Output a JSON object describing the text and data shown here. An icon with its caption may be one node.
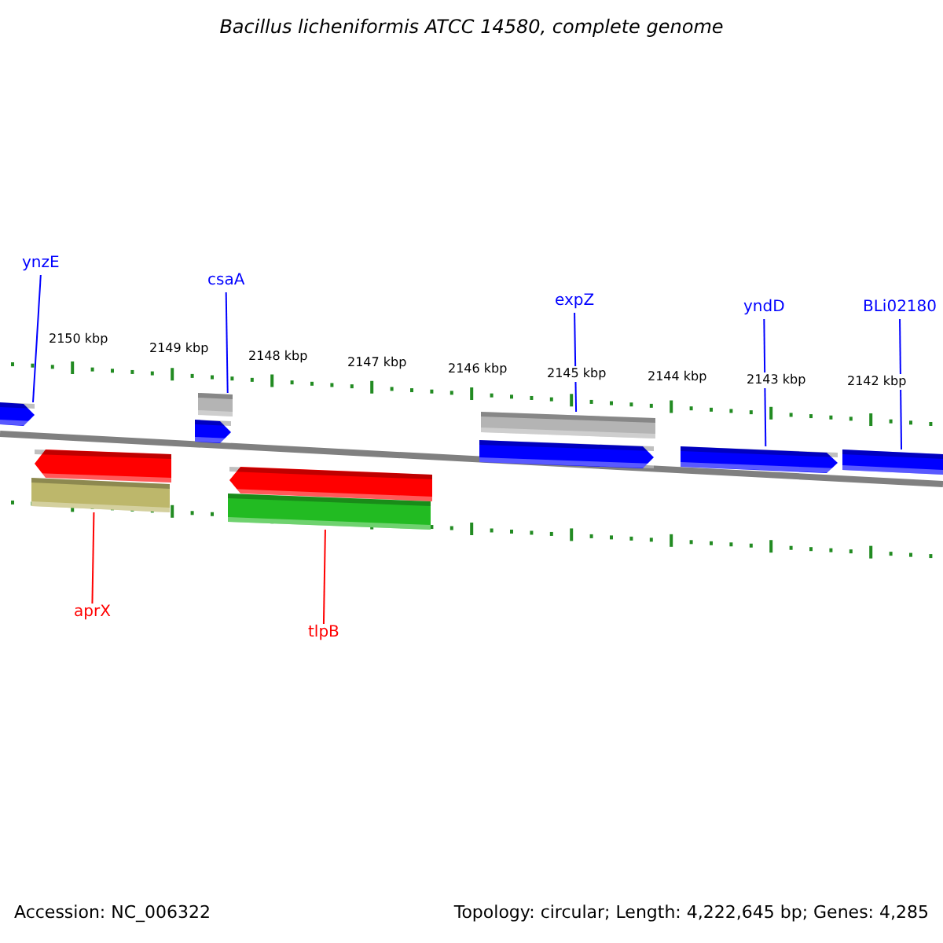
{
  "diagram": {
    "title": "Bacillus licheniformis ATCC 14580, complete genome",
    "nodes": [
      {
        "text": [
          "ynzE"
        ]
      },
      {
        "text": [
          "csaA"
        ]
      },
      {
        "text": [
          "expZ"
        ]
      },
      {
        "text": [
          "yndD"
        ]
      },
      {
        "text": [
          "BLi02180"
        ]
      },
      {
        "text": [
          "aprX"
        ]
      },
      {
        "text": [
          "tlpB"
        ]
      },
      {
        "text": [],
        "shape": "arrow"
      },
      {
        "text": [],
        "shape": "bar"
      },
      {
        "text": [],
        "shape": "arrow"
      },
      {
        "text": [],
        "shape": "bar"
      },
      {
        "text": [],
        "shape": "arrow"
      },
      {
        "text": [],
        "shape": "arrow"
      },
      {
        "text": [],
        "shape": "arrow"
      },
      {
        "text": [],
        "shape": "arrow"
      },
      {
        "text": [],
        "shape": "bar"
      },
      {
        "text": [],
        "shape": "arrow"
      },
      {
        "text": [],
        "shape": "bar"
      }
    ],
    "edges": [
      {
        "from": 0,
        "to": 7,
        "arrow": "none"
      },
      {
        "from": 1,
        "to": 8,
        "arrow": "none"
      },
      {
        "from": 2,
        "to": 10,
        "arrow": "none"
      },
      {
        "from": 3,
        "to": 12,
        "arrow": "none"
      },
      {
        "from": 4,
        "to": 13,
        "arrow": "none"
      },
      {
        "from": 5,
        "to": 15,
        "arrow": "none",
        "color": "#ff0000"
      },
      {
        "from": 6,
        "to": 17,
        "arrow": "none",
        "color": "#ff0000"
      }
    ],
    "labels": [
      "2150 kbp",
      "2149 kbp",
      "2148 kbp",
      "2147 kbp",
      "2146 kbp",
      "2145 kbp",
      "2144 kbp",
      "2143 kbp",
      "2142 kbp",
      "Accession: NC_006322",
      "Topology: circular; Length: 4,222,645 bp; Genes: 4,285"
    ]
  }
}
